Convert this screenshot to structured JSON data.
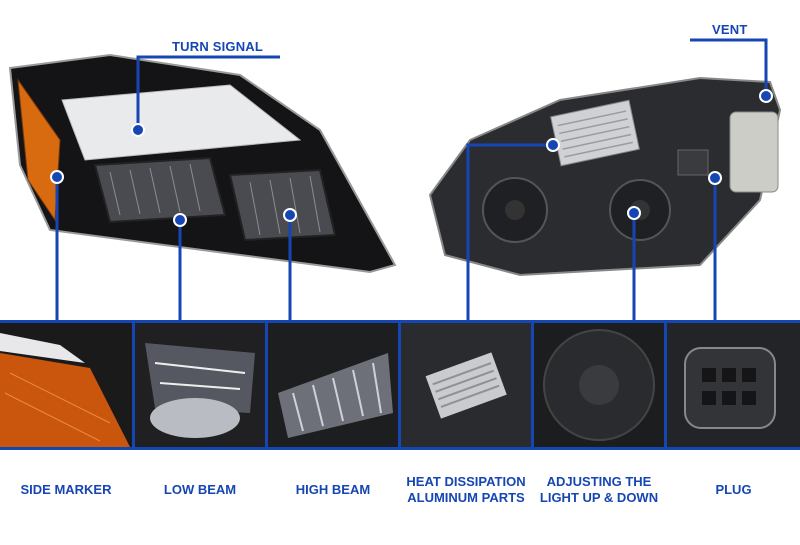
{
  "callouts": {
    "turn_signal": "TURN SIGNAL",
    "vent": "VENT"
  },
  "captions": [
    {
      "lines": [
        "SIDE MARKER"
      ]
    },
    {
      "lines": [
        "LOW BEAM"
      ]
    },
    {
      "lines": [
        "HIGH BEAM"
      ]
    },
    {
      "lines": [
        "HEAT DISSIPATION",
        "ALUMINUM PARTS"
      ]
    },
    {
      "lines": [
        "ADJUSTING THE",
        "LIGHT UP & DOWN"
      ]
    },
    {
      "lines": [
        "PLUG"
      ]
    }
  ],
  "colors": {
    "accent": "#1646b4",
    "amber": "#d86a10",
    "housing": "#1b1b1d"
  }
}
